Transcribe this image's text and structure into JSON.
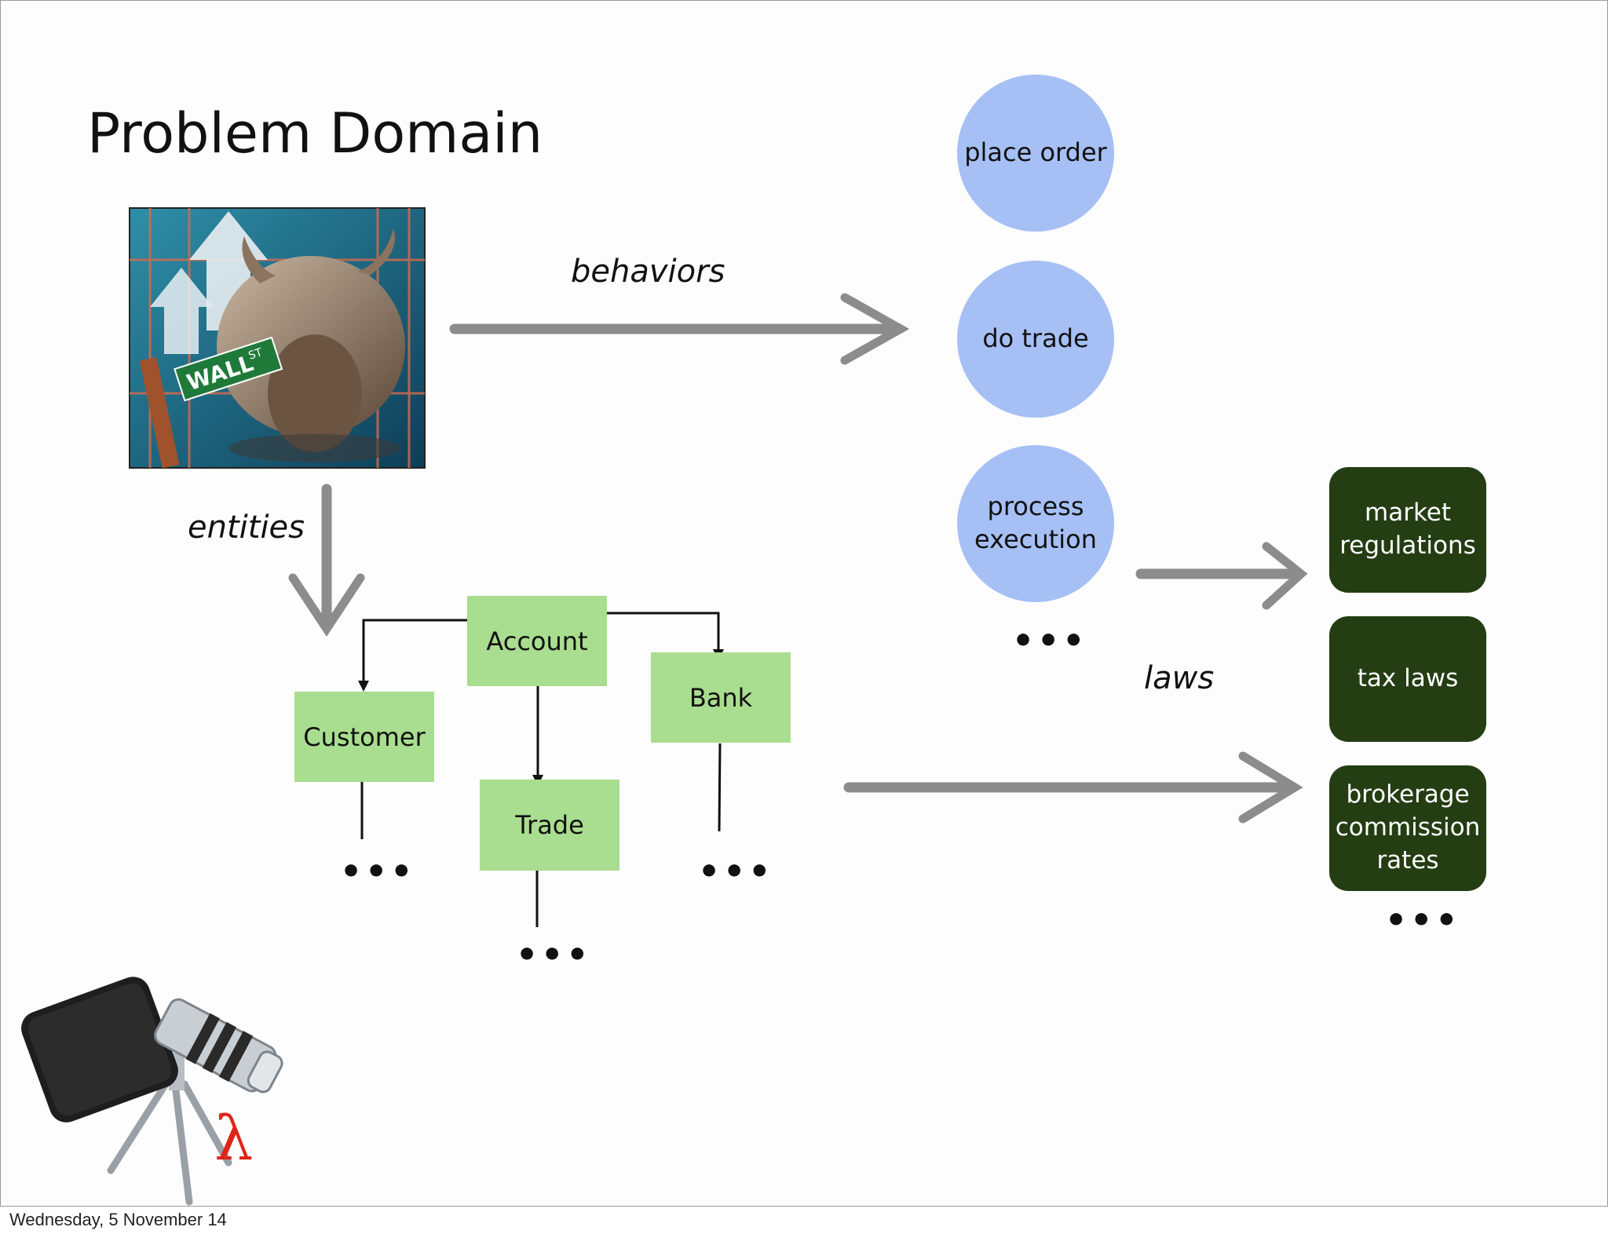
{
  "title": "Problem Domain",
  "labels": {
    "behaviors": "behaviors",
    "entities": "entities",
    "laws": "laws"
  },
  "behaviors": [
    "place order",
    "do trade",
    "process execution"
  ],
  "entities": [
    "Account",
    "Customer",
    "Bank",
    "Trade"
  ],
  "laws": [
    "market regulations",
    "tax laws",
    "brokerage commission rates"
  ],
  "ellipsis": "•••",
  "footer": "Wednesday, 5 November 14",
  "colors": {
    "behavior_fill": "#a6c0f5",
    "entity_fill": "#a9dd8f",
    "law_fill": "#243d13",
    "arrow": "#8c8c8c"
  },
  "icons": [
    "wall-street-bull-image",
    "telephoto-phone-tripod-image",
    "lambda-icon"
  ]
}
